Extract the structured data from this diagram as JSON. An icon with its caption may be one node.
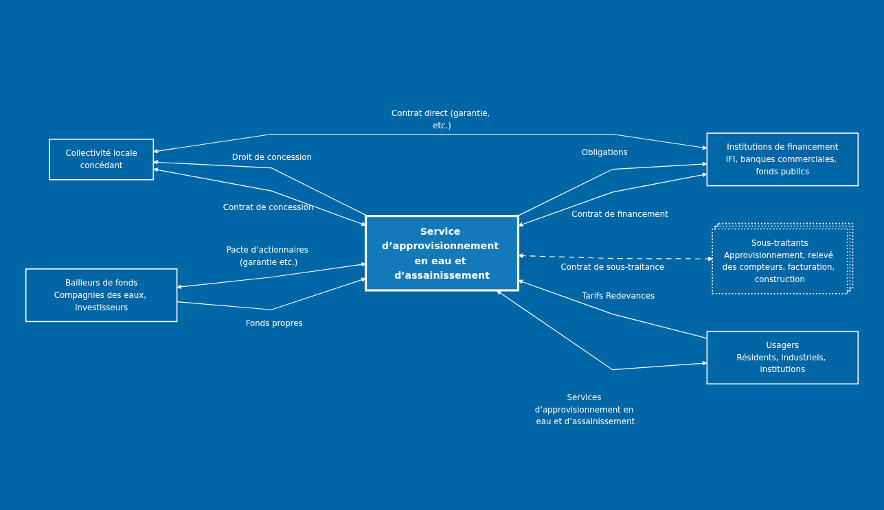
{
  "diagram": {
    "nodes": [
      {
        "text": [
          "Collectivité locale",
          "concédant"
        ]
      },
      {
        "text": [
          "Bailleurs de fonds",
          "Compagnies des eaux, investisseurs"
        ]
      },
      {
        "text": [
          "Service d’approvisionnement en eau et d’assainissement"
        ]
      },
      {
        "text": [
          "Sous-traitants",
          "Approvisionnement, relevé des compteurs, facturation, construction"
        ]
      },
      {
        "text": [
          "Institutions de financement",
          "IFI, banques commerciales, fonds publics"
        ]
      },
      {
        "text": [
          "Usagers",
          "Résidents, industriels, institutions"
        ]
      }
    ],
    "edges": [
      {
        "from": 4,
        "to": 0,
        "arrow": "both",
        "label": "Contrat direct (garantie, etc.)"
      },
      {
        "from": 1,
        "to": 2,
        "arrow": "to",
        "label": "Fonds propres"
      },
      {
        "from": 1,
        "to": 2,
        "arrow": "both",
        "label": "Pacte d’actionnaires (garantie etc.)"
      },
      {
        "from": 2,
        "to": 4,
        "arrow": "both",
        "label": "Contrat de financement"
      },
      {
        "from": 2,
        "to": 4,
        "arrow": "to",
        "label": "Obligations"
      },
      {
        "from": 0,
        "to": 2,
        "arrow": "both",
        "label": "Contrat de concession"
      },
      {
        "from": 2,
        "to": 0,
        "arrow": "to",
        "label": "Droit de concession"
      },
      {
        "from": 2,
        "to": 5,
        "arrow": "both",
        "label": "Services d’approvisionnement en eau et d’assainissement"
      },
      {
        "from": 5,
        "to": 2,
        "arrow": "to",
        "label": "Tarifs Redevances"
      },
      {
        "from": 2,
        "to": 3,
        "arrow": "both",
        "label": "Contrat de sous-traitance",
        "style": "dashed"
      }
    ]
  }
}
